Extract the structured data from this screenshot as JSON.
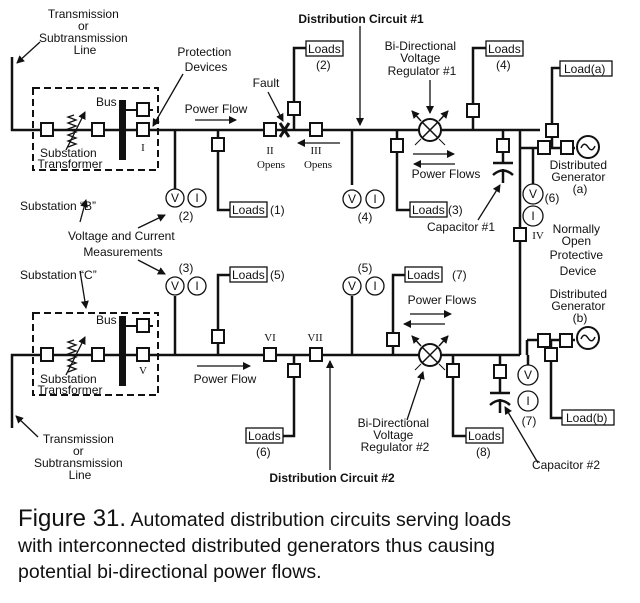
{
  "figure": {
    "number_label": "Figure 31.",
    "caption_lines": [
      "Automated distribution circuits serving loads",
      "with interconnected distributed generators thus causing",
      "potential bi-directional power flows."
    ]
  },
  "labels": {
    "transmission_top": [
      "Transmission",
      "or",
      "Subtransmission",
      "Line"
    ],
    "transmission_bottom": [
      "Transmission",
      "or",
      "Subtransmission",
      "Line"
    ],
    "protection_devices": [
      "Protection",
      "Devices"
    ],
    "distribution_circuit_1": "Distribution Circuit #1",
    "distribution_circuit_2": "Distribution Circuit #2",
    "bus_b": "Bus",
    "bus_c": "Bus",
    "substation_transformer_b": [
      "Substation",
      "Transformer"
    ],
    "substation_transformer_c": [
      "Substation",
      "Transformer"
    ],
    "substation_b": "Substation “B”",
    "substation_c": "Substation “C”",
    "power_flow_top": "Power Flow",
    "power_flow_bottom": "Power Flow",
    "power_flows_top": "Power Flows",
    "power_flows_bottom": "Power Flows",
    "fault": "Fault",
    "device_I": "I",
    "device_II": "II",
    "device_III": "III",
    "device_IV": "IV",
    "device_V": "V",
    "device_VI": "VI",
    "device_VII": "VII",
    "opens_II": "Opens",
    "opens_III": "Opens",
    "regulator_1": [
      "Bi-Directional",
      "Voltage",
      "Regulator #1"
    ],
    "regulator_2": [
      "Bi-Directional",
      "Voltage",
      "Regulator #2"
    ],
    "capacitor_1": "Capacitor #1",
    "capacitor_2": "Capacitor #2",
    "voltage_current": [
      "Voltage and Current",
      "Measurements"
    ],
    "normally_open": [
      "Normally",
      "Open",
      "Protective",
      "Device"
    ],
    "dg_a": [
      "Distributed",
      "Generator",
      "(a)"
    ],
    "dg_b": [
      "Distributed",
      "Generator",
      "(b)"
    ],
    "load_a": "Load(a)",
    "load_b": "Load(b)",
    "loads": "Loads",
    "loads_nums": {
      "l1": "(1)",
      "l2": "(2)",
      "l3": "(3)",
      "l4": "(4)",
      "l5": "(5)",
      "l6": "(6)",
      "l7": "(7)",
      "l8": "(8)"
    },
    "meter_nums": {
      "m2": "(2)",
      "m3": "(3)",
      "m4": "(4)",
      "m5": "(5)",
      "m6": "(6)",
      "m7": "(7)"
    },
    "meter_v": "V",
    "meter_i": "I"
  }
}
